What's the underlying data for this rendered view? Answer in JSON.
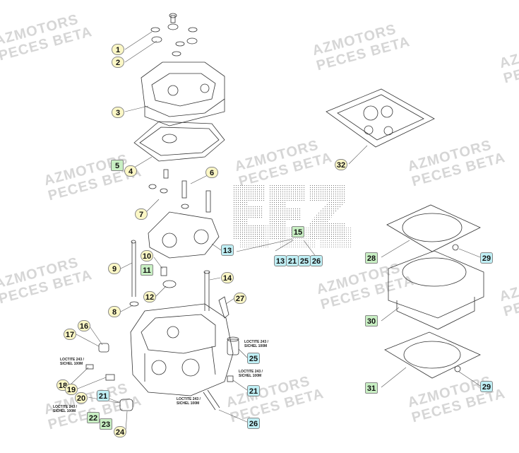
{
  "watermark": {
    "line1": "AZMOTORS",
    "line2": "PECES BETA"
  },
  "callouts": [
    {
      "id": "c1",
      "label": "1",
      "style": "yellow"
    },
    {
      "id": "c2",
      "label": "2",
      "style": "yellow"
    },
    {
      "id": "c3",
      "label": "3",
      "style": "yellow"
    },
    {
      "id": "c4",
      "label": "4",
      "style": "yellow"
    },
    {
      "id": "c5",
      "label": "5",
      "style": "green"
    },
    {
      "id": "c6",
      "label": "6",
      "style": "yellow"
    },
    {
      "id": "c7",
      "label": "7",
      "style": "yellow"
    },
    {
      "id": "c8",
      "label": "8",
      "style": "yellow"
    },
    {
      "id": "c9",
      "label": "9",
      "style": "yellow"
    },
    {
      "id": "c10",
      "label": "10",
      "style": "yellow"
    },
    {
      "id": "c11",
      "label": "11",
      "style": "green"
    },
    {
      "id": "c12",
      "label": "12",
      "style": "yellow"
    },
    {
      "id": "c13a",
      "label": "13",
      "style": "cyan"
    },
    {
      "id": "c14",
      "label": "14",
      "style": "yellow"
    },
    {
      "id": "c15",
      "label": "15",
      "style": "green"
    },
    {
      "id": "c13b",
      "label": "13",
      "style": "cyan"
    },
    {
      "id": "c21a",
      "label": "21",
      "style": "cyan"
    },
    {
      "id": "c25a",
      "label": "25",
      "style": "cyan"
    },
    {
      "id": "c26a",
      "label": "26",
      "style": "cyan"
    },
    {
      "id": "c16",
      "label": "16",
      "style": "yellow"
    },
    {
      "id": "c17",
      "label": "17",
      "style": "yellow"
    },
    {
      "id": "c18",
      "label": "18",
      "style": "yellow"
    },
    {
      "id": "c19",
      "label": "19",
      "style": "yellow"
    },
    {
      "id": "c20",
      "label": "20",
      "style": "yellow"
    },
    {
      "id": "c21b",
      "label": "21",
      "style": "cyan"
    },
    {
      "id": "c22",
      "label": "22",
      "style": "green"
    },
    {
      "id": "c23",
      "label": "23",
      "style": "green"
    },
    {
      "id": "c24",
      "label": "24",
      "style": "yellow"
    },
    {
      "id": "c25b",
      "label": "25",
      "style": "cyan"
    },
    {
      "id": "c21c",
      "label": "21",
      "style": "cyan"
    },
    {
      "id": "c26b",
      "label": "26",
      "style": "cyan"
    },
    {
      "id": "c27",
      "label": "27",
      "style": "yellow"
    },
    {
      "id": "c28",
      "label": "28",
      "style": "green"
    },
    {
      "id": "c29a",
      "label": "29",
      "style": "cyan"
    },
    {
      "id": "c30",
      "label": "30",
      "style": "green"
    },
    {
      "id": "c31",
      "label": "31",
      "style": "green"
    },
    {
      "id": "c29b",
      "label": "29",
      "style": "cyan"
    },
    {
      "id": "c32",
      "label": "32",
      "style": "yellow"
    }
  ],
  "notes": [
    {
      "id": "n1",
      "line1": "LOCTITE 243 /",
      "line2": "SICHEL 100M"
    },
    {
      "id": "n2",
      "line1": "LOCTITE 243 /",
      "line2": "SICHEL 100M"
    },
    {
      "id": "n3",
      "line1": "LOCTITE 243 /",
      "line2": "SICHEL 100M"
    },
    {
      "id": "n4",
      "line1": "LOCTITE 243 /",
      "line2": "SICHEL 100M"
    },
    {
      "id": "n5",
      "line1": "LOCTITE 243 /",
      "line2": "SICHEL 100M"
    }
  ],
  "colors": {
    "yellow": "#fbf7c5",
    "cyan": "#bfeff5",
    "green": "#c8efc3",
    "line": "#333333",
    "watermark": "#d6d6d6"
  }
}
